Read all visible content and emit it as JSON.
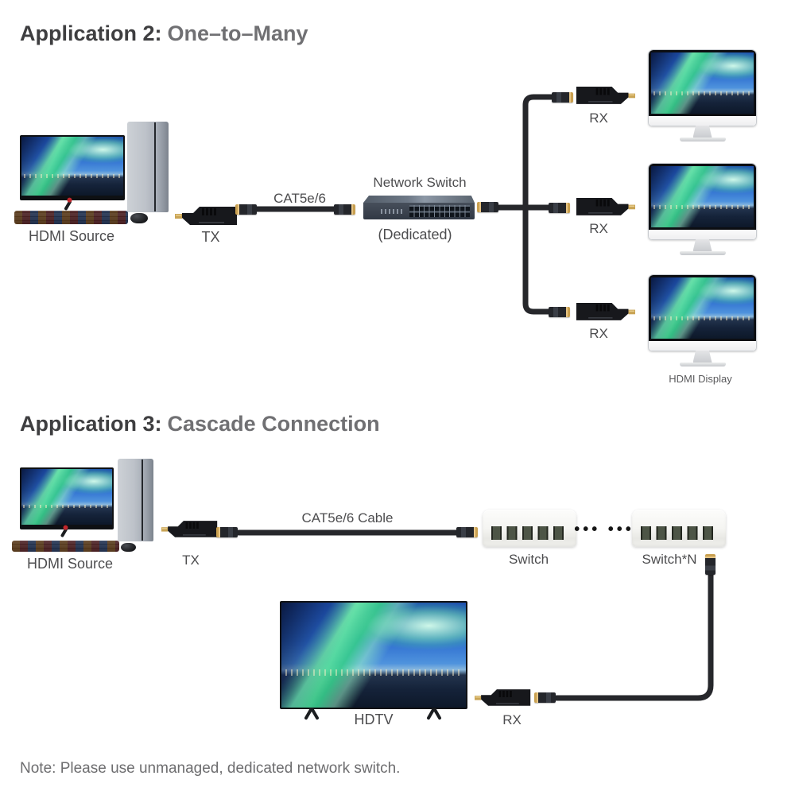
{
  "app2": {
    "title_bold": "Application 2:",
    "title_rest": "One–to–Many",
    "source_label": "HDMI Source",
    "tx_label": "TX",
    "cable_label": "CAT5e/6",
    "switch_label": "Network Switch",
    "switch_sublabel": "(Dedicated)",
    "rx_labels": [
      "RX",
      "RX",
      "RX"
    ],
    "display_label": "HDMI Display"
  },
  "app3": {
    "title_bold": "Application 3:",
    "title_rest": "Cascade Connection",
    "source_label": "HDMI Source",
    "tx_label": "TX",
    "cable_label": "CAT5e/6 Cable",
    "switch_label": "Switch",
    "cascade_dots": "••• •••",
    "switch_n_label": "Switch*N",
    "hdtv_label": "HDTV",
    "rx_label": "RX"
  },
  "note": "Note: Please use unmanaged, dedicated network switch.",
  "colors": {
    "cable": "#26272b",
    "gold": "#c9a455",
    "title_dark": "#3e3e40",
    "title_light": "#707073",
    "label": "#4d4d4f",
    "note": "#6d6d6f"
  }
}
